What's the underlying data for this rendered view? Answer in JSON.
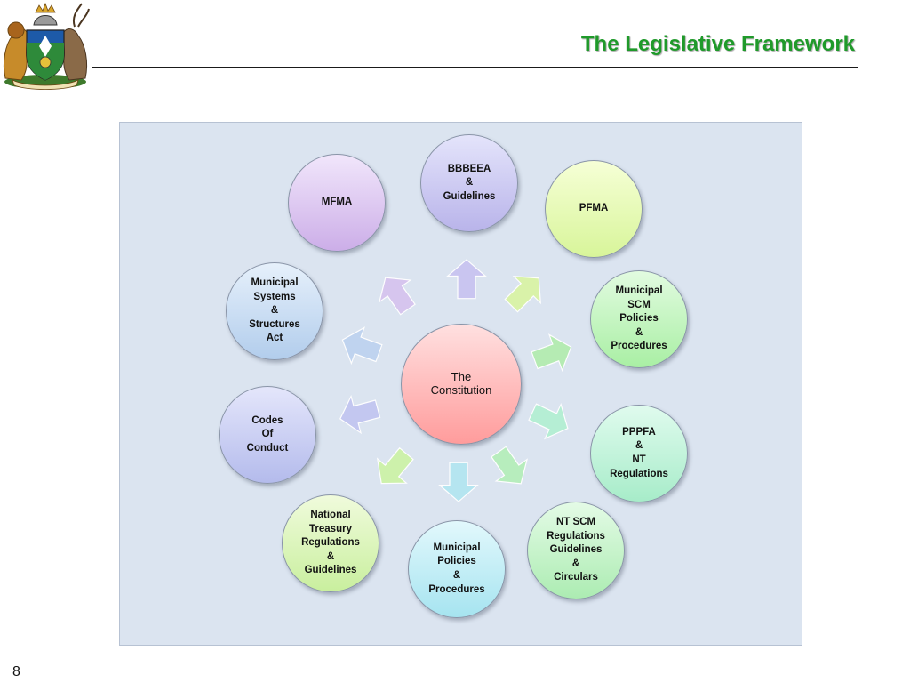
{
  "title": "The Legislative Framework",
  "page_number": "8",
  "crest": {
    "icon": "coat-of-arms-icon"
  },
  "center": {
    "text": "The\nConstitution",
    "color_top": "#ffe0e0",
    "color_bottom": "#ff9c9c"
  },
  "nodes": [
    {
      "text": "MFMA",
      "color_top": "#f1e6fb",
      "color_bottom": "#ccaee8"
    },
    {
      "text": "BBBEEA\n&\nGuidelines",
      "color_top": "#e4e4fb",
      "color_bottom": "#b9b4ea"
    },
    {
      "text": "PFMA",
      "color_top": "#f6ffd6",
      "color_bottom": "#d8f59a"
    },
    {
      "text": "Municipal\nSCM\nPolicies\n&\nProcedures",
      "color_top": "#e2fbe0",
      "color_bottom": "#a9efa4"
    },
    {
      "text": "PPPFA\n&\nNT\nRegulations",
      "color_top": "#e0fbee",
      "color_bottom": "#a7ecc9"
    },
    {
      "text": "NT SCM\nRegulations\nGuidelines\n&\nCirculars",
      "color_top": "#e4fbe6",
      "color_bottom": "#acecb2"
    },
    {
      "text": "Municipal\nPolicies\n&\nProcedures",
      "color_top": "#e2f8fc",
      "color_bottom": "#a6e4f0"
    },
    {
      "text": "National\nTreasury\nRegulations\n&\nGuidelines",
      "color_top": "#f0fbdc",
      "color_bottom": "#c9ef9e"
    },
    {
      "text": "Codes\nOf\nConduct",
      "color_top": "#e4e6fb",
      "color_bottom": "#b4bbec"
    },
    {
      "text": "Municipal\nSystems\n&\nStructures\nAct",
      "color_top": "#e6f0fb",
      "color_bottom": "#b2cdec"
    }
  ],
  "arrow_colors": [
    "#d6c4ee",
    "#c9c4f0",
    "#d9f3a6",
    "#b3ecb0",
    "#b4efd3",
    "#b6eebb",
    "#b4e6f1",
    "#cdf2a8",
    "#c2c6f0",
    "#bed3ef"
  ]
}
